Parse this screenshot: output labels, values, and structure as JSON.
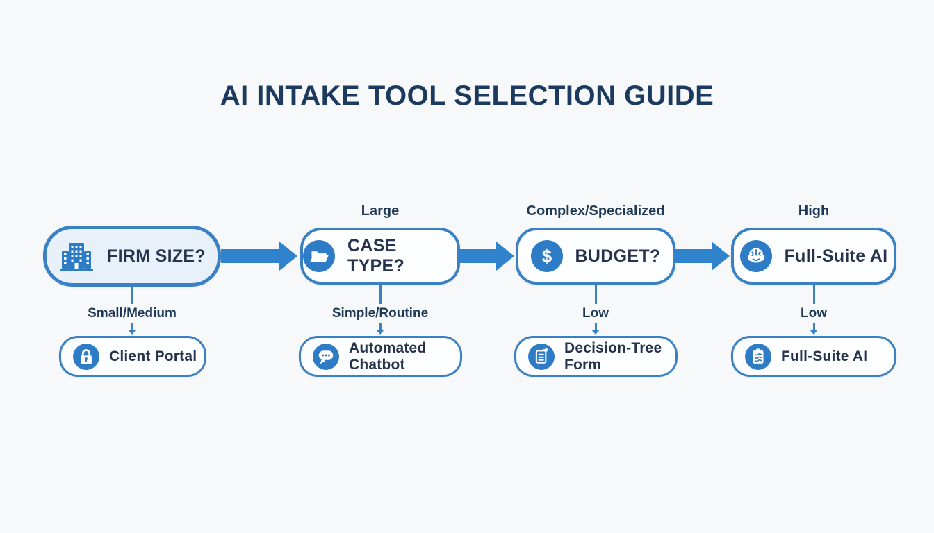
{
  "title": "AI INTAKE TOOL SELECTION GUIDE",
  "flow": {
    "columns": [
      {
        "top_label": "",
        "decision_label": "FIRM SIZE?",
        "decision_icon": "building-icon",
        "branch_label": "Small/Medium",
        "result_label": "Client Portal",
        "result_icon": "lock-icon"
      },
      {
        "top_label": "Large",
        "decision_label": "CASE TYPE?",
        "decision_icon": "folder-icon",
        "branch_label": "Simple/Routine",
        "result_label": "Automated Chatbot",
        "result_icon": "chat-bubble-icon"
      },
      {
        "top_label": "Complex/Specialized",
        "decision_label": "BUDGET?",
        "decision_icon": "dollar-icon",
        "branch_label": "Low",
        "result_label": "Decision-Tree Form",
        "result_icon": "form-arrow-icon"
      },
      {
        "top_label": "High",
        "decision_label": "Full-Suite AI",
        "decision_icon": "brain-icon",
        "branch_label": "Low",
        "result_label": "Full-Suite AI",
        "result_icon": "clipboard-check-icon"
      }
    ]
  },
  "colors": {
    "accent_blue": "#2e7cc6",
    "border_blue": "#3a80c4",
    "arrow_blue": "#2f83cd",
    "dark_navy_text": "#1c3a5f",
    "node_text": "#26334d",
    "branch_text": "#1e3956",
    "box_fill_highlight": "#e8f0f9",
    "box_fill": "#fdfeff",
    "background": "#f7f8f9"
  }
}
